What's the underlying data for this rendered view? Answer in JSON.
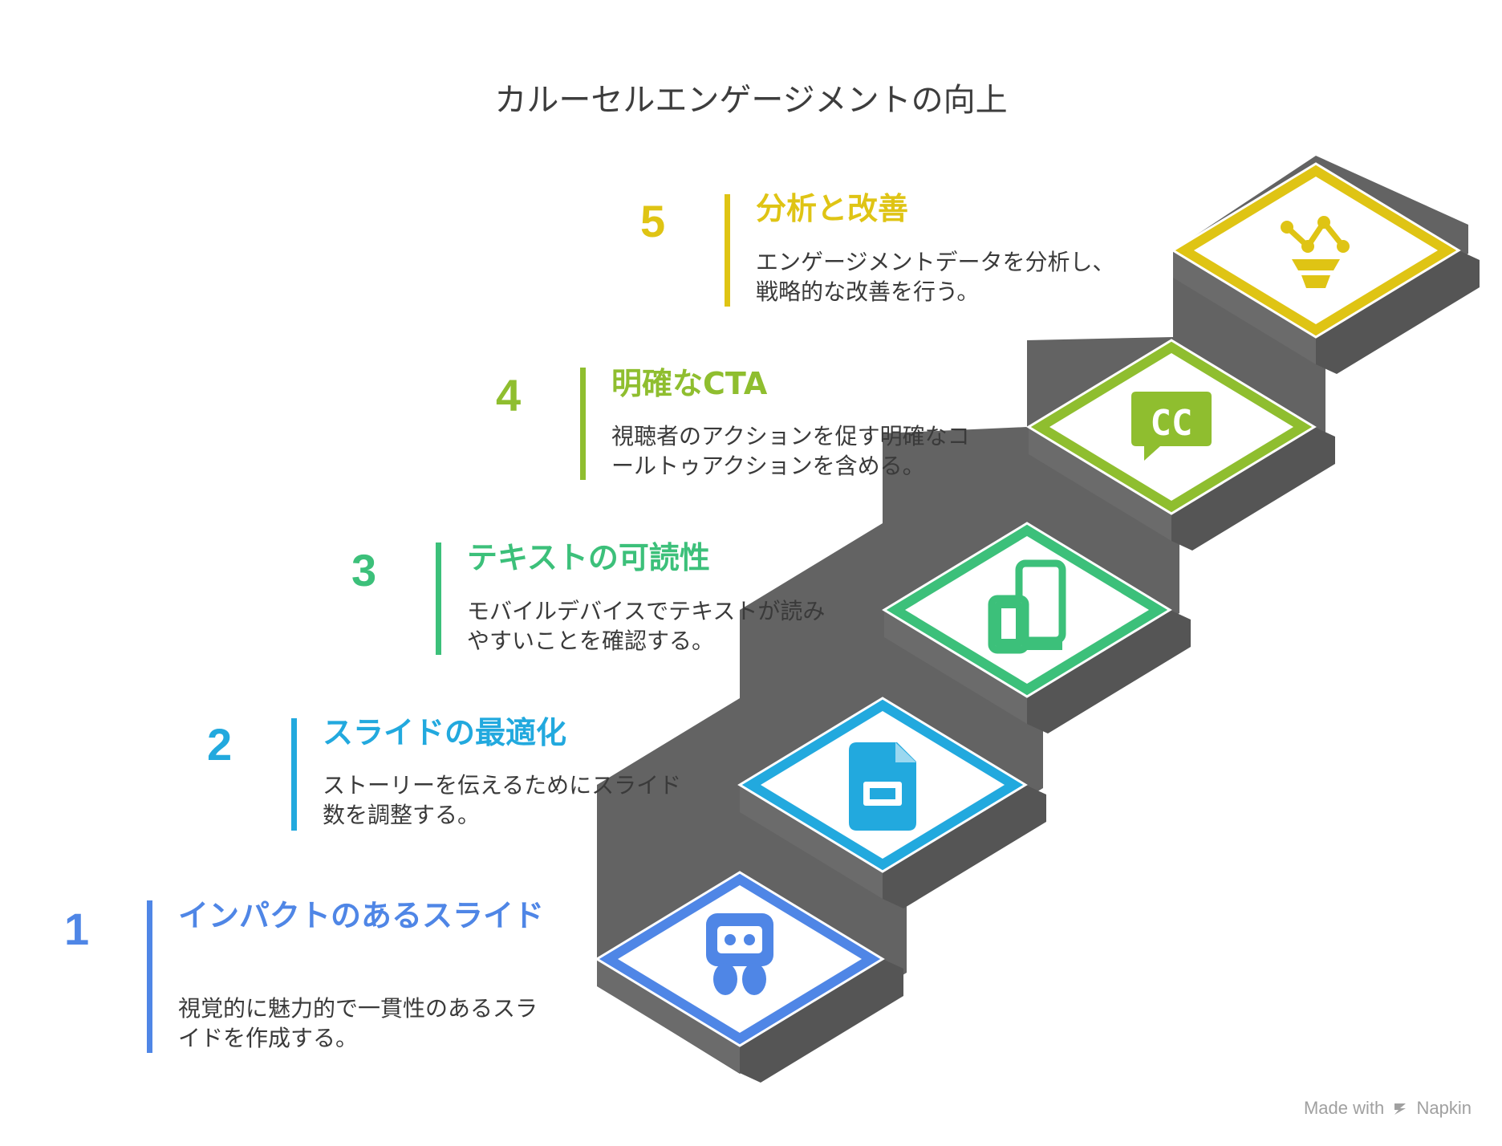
{
  "title": "カルーセルエンゲージメントの向上",
  "steps": [
    {
      "number": "1",
      "heading": "インパクトのあるスライド",
      "description": "視覚的に魅力的で一貫性のあるスライドを作成する。",
      "color": "#4f86e6",
      "icon": "slides-logo-icon"
    },
    {
      "number": "2",
      "heading": "スライドの最適化",
      "description": "ストーリーを伝えるためにスライド数を調整する。",
      "color": "#22a9de",
      "icon": "presentation-file-icon"
    },
    {
      "number": "3",
      "heading": "テキストの可読性",
      "description": "モバイルデバイスでテキストが読みやすいことを確認する。",
      "color": "#3cc07a",
      "icon": "mobile-devices-icon"
    },
    {
      "number": "4",
      "heading": "明確なCTA",
      "description": "視聴者のアクションを促す明確なコールトゥアクションを含める。",
      "color": "#8fbe2f",
      "icon": "closed-caption-icon"
    },
    {
      "number": "5",
      "heading": "分析と改善",
      "description": "エンゲージメントデータを分析し、戦略的な改善を行う。",
      "color": "#dfc414",
      "icon": "analytics-funnel-icon"
    }
  ],
  "footer": {
    "prefix": "Made with",
    "brand": "Napkin"
  }
}
